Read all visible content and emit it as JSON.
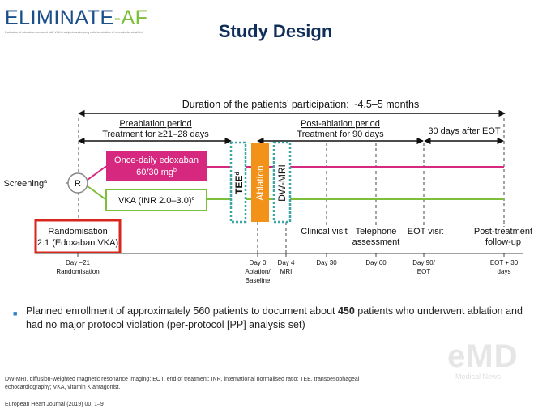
{
  "header": {
    "logo_main": "ELIMINATE",
    "logo_dash": "-AF",
    "logo_tagline": "Evaluation of edoxaban compared with VKA in subjects undergoing catheter ablation of non-valvular atrial fibrillation",
    "title": "Study Design"
  },
  "diagram": {
    "duration_label": "Duration of the patients’ participation: ~4.5–5 months",
    "preablation_title": "Preablation period",
    "preablation_sub": "Treatment for ≥21–28 days",
    "postablation_title": "Post-ablation period",
    "postablation_sub": "Treatment for 90 days",
    "after_eot": "30 days after EOT",
    "screening": "Screening",
    "screening_sup": "a",
    "r_label": "R",
    "edoxaban_line1": "Once-daily edoxaban",
    "edoxaban_line2": "60/30 mg",
    "edoxaban_sup": "b",
    "vka": "VKA (INR 2.0–3.0)",
    "vka_sup": "c",
    "tee": "TEE",
    "tee_sup": "d",
    "ablation": "Ablation",
    "dwmri": "DW-MRI",
    "randomisation_line1": "Randomisation",
    "randomisation_line2": "2:1 (Edoxaban:VKA)",
    "clinical_visit": "Clinical visit",
    "telephone_line1": "Telephone",
    "telephone_line2": "assessment",
    "eot_visit": "EOT visit",
    "post_treatment_line1": "Post-treatment",
    "post_treatment_line2": "follow-up",
    "ticks": [
      {
        "l1": "Day −21",
        "l2": "Randomisation"
      },
      {
        "l1": "Day 0",
        "l2": "Ablation/",
        "l3": "Baseline"
      },
      {
        "l1": "Day 4",
        "l2": "MRI"
      },
      {
        "l1": "Day 30"
      },
      {
        "l1": "Day 60"
      },
      {
        "l1": "Day 90/",
        "l2": "EOT"
      },
      {
        "l1": "EOT + 30",
        "l2": "days"
      }
    ]
  },
  "bullet": {
    "pre": "Planned enrollment of approximately 560 patients to document about ",
    "bold": "450",
    "post": " patients who underwent ablation and had no major protocol violation (per-protocol [PP] analysis set)"
  },
  "footnote": {
    "abbreviations": "DW-MRI, diffusion-weighted magnetic resonance imaging; EOT, end of treatment; INR, international normalised ratio; TEE, transoesophageal echocardiography; VKA, vitamin K antagonist.",
    "source": "European Heart Journal (2019) 00, 1–9"
  },
  "watermark": {
    "main": "eMD",
    "sub": "Medical News"
  },
  "colors": {
    "title": "#0f2e5a",
    "edoxaban": "#d6287e",
    "vka": "#7bbf3a",
    "ablation": "#f39219",
    "tee_border": "#3aa6a6",
    "randomisation_border": "#d9261c",
    "bullet": "#2e7fc4"
  }
}
